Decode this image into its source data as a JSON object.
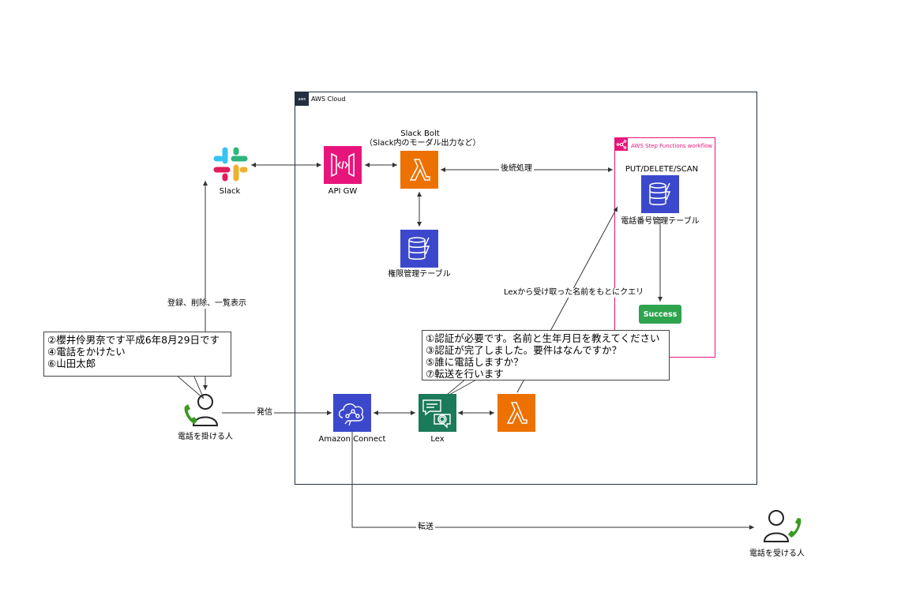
{
  "aws_cloud": {
    "label": "AWS Cloud"
  },
  "step_functions": {
    "label": "AWS Step Functions workflow",
    "op_label": "PUT/DELETE/SCAN",
    "success_label": "Success"
  },
  "nodes": {
    "slack": "Slack",
    "api_gw": "API GW",
    "slack_bolt_title": "Slack Bolt",
    "slack_bolt_sub": "（Slack内のモーダル出力など）",
    "auth_table": "権限管理テーブル",
    "phone_table": "電話番号管理テーブル",
    "amazon_connect": "Amazon Connect",
    "lex": "Lex",
    "caller": "電話を掛ける人",
    "receiver": "電話を受ける人"
  },
  "edges": {
    "followup": "後続処理",
    "register": "登録、削除、一覧表示",
    "call": "発信",
    "transfer": "転送",
    "lex_query": "Lexから受け取った名前をもとにクエリ"
  },
  "caller_speech": [
    "②櫻井伶男奈です平成6年8月29日です",
    "④電話をかけたい",
    "⑥山田太郎"
  ],
  "lex_speech": [
    "①認証が必要です。名前と生年月日を教えてください",
    "③認証が完了しました。要件はなんですか？",
    "⑤誰に電話しますか？",
    "⑦転送を行います"
  ],
  "colors": {
    "lambda": "#ed7100",
    "dynamodb": "#3b48cc",
    "api_gw": "#e7157b",
    "connect": "#3b48cc",
    "lex": "#1b7a5a",
    "aws_dark": "#232f3e",
    "step_functions": "#e7157b",
    "success": "#2ea44f",
    "phone_green": "#3a9a22"
  },
  "icons": {
    "slack": "slack-logo-icon",
    "api_gw": "api-gateway-icon",
    "lambda": "lambda-icon",
    "dynamodb": "dynamodb-icon",
    "connect": "amazon-connect-icon",
    "lex": "lex-icon",
    "person": "person-phone-icon"
  }
}
